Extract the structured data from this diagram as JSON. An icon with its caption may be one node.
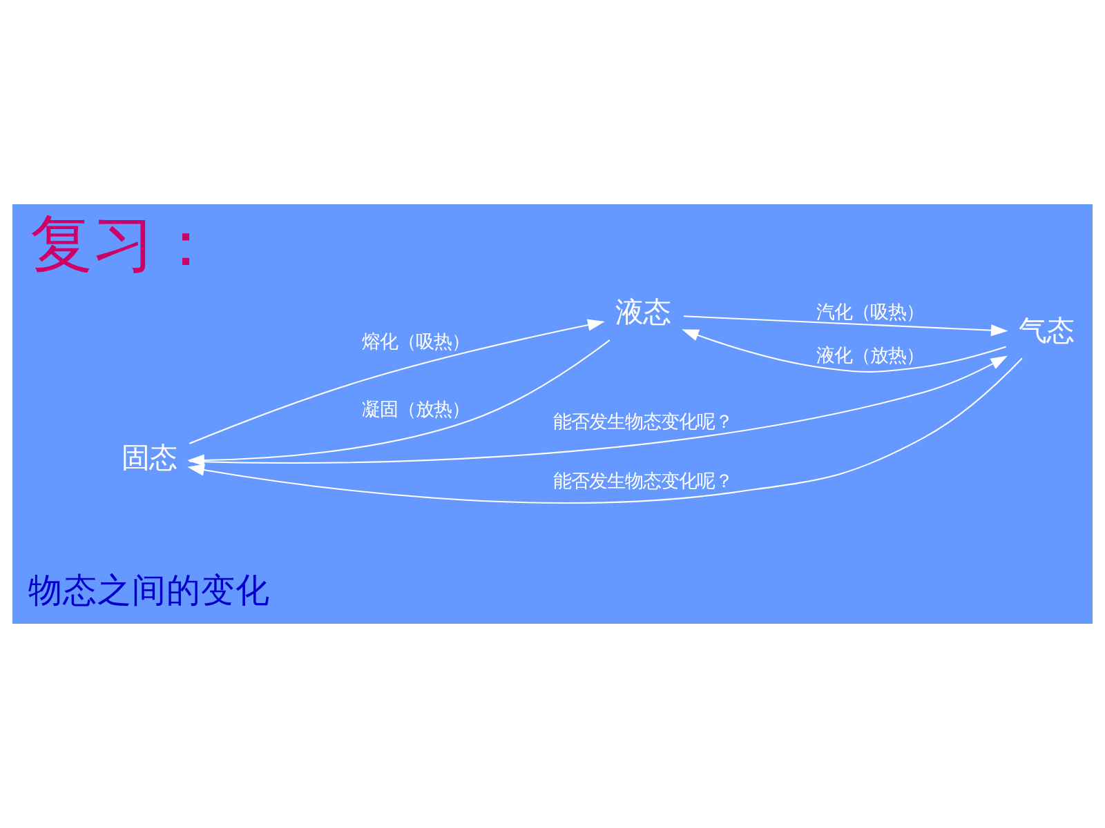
{
  "diagram": {
    "title": "复习：",
    "nodes": [
      {
        "text": [
          "固态"
        ]
      },
      {
        "text": [
          "液态"
        ]
      },
      {
        "text": [
          "气态"
        ]
      }
    ],
    "edges": [
      {
        "from": 0,
        "to": 1,
        "arrow": "to",
        "label": "熔化（吸热）"
      },
      {
        "from": 1,
        "to": 0,
        "arrow": "to",
        "label": "凝固（放热）"
      },
      {
        "from": 1,
        "to": 2,
        "arrow": "to",
        "label": "汽化（吸热）"
      },
      {
        "from": 2,
        "to": 1,
        "arrow": "to",
        "label": "液化（放热）"
      },
      {
        "from": 0,
        "to": 2,
        "arrow": "to",
        "label": "能否发生物态变化呢？"
      },
      {
        "from": 2,
        "to": 0,
        "arrow": "to",
        "label": "能否发生物态变化呢？"
      }
    ],
    "labels": [
      "物态之间的变化"
    ]
  }
}
